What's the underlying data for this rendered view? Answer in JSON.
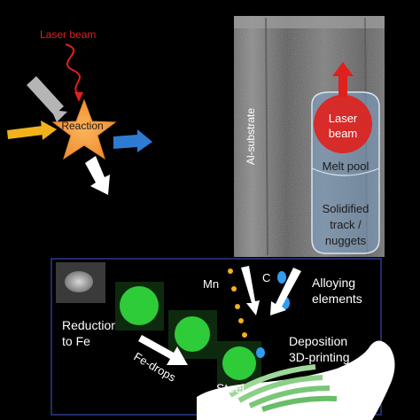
{
  "reaction_panel": {
    "laser_label": "Laser beam",
    "reaction_label": "Reaction"
  },
  "substrate_panel": {
    "substrate_label": "Al-substrate",
    "laser_label_line1": "Laser",
    "laser_label_line2": "beam",
    "melt_pool_label": "Melt pool",
    "track_line1": "Solidified",
    "track_line2": "track /",
    "track_line3": "nuggets"
  },
  "process_panel": {
    "reduction_line1": "Reduction",
    "reduction_line2": "to Fe",
    "fe_drops_label": "Fe-drops",
    "mn_label": "Mn",
    "c_label": "C",
    "alloying_line1": "Alloying",
    "alloying_line2": "elements",
    "deposition_line1": "Deposition",
    "deposition_line2": "3D-printing",
    "steel_label": "Steel"
  },
  "colors": {
    "laser_red": "#e0201c",
    "star_orange": "#f59a3c",
    "arrow_blue": "#2e7bd1",
    "arrow_yellow": "#f2b21c",
    "arrow_gray": "#b5b5b5",
    "panel_border": "#2c3a8a",
    "green_particle": "#2fcc3a",
    "mn_dot": "#f2b21c",
    "c_dot": "#2f9df0"
  }
}
